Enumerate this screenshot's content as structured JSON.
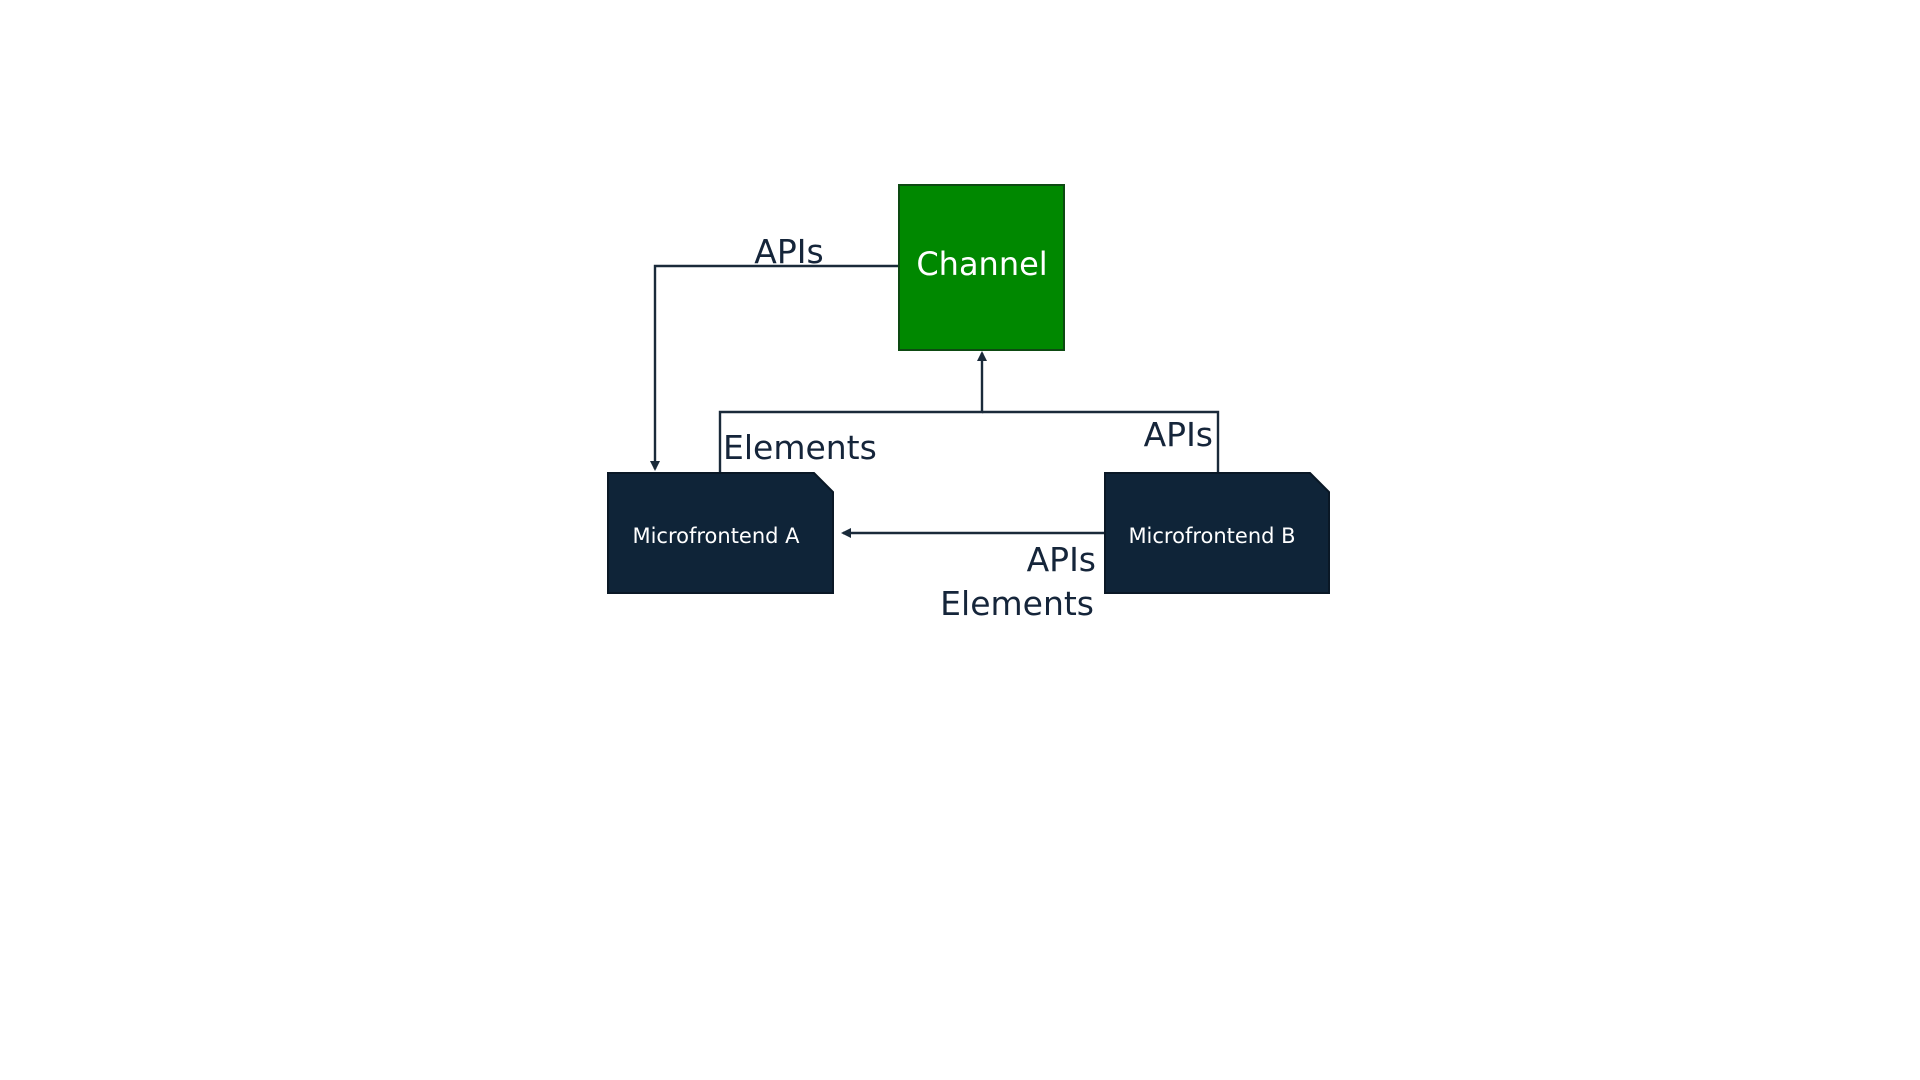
{
  "colors": {
    "channel_fill": "#008800",
    "channel_stroke": "#0d4a12",
    "microfrontend_fill": "#0f2438",
    "microfrontend_stroke": "#0a1826",
    "edge": "#1a2a3a",
    "label_text": "#15253a",
    "node_text": "#ffffff"
  },
  "nodes": {
    "channel": {
      "label": "Channel"
    },
    "microfrontend_a": {
      "label": "Microfrontend A"
    },
    "microfrontend_b": {
      "label": "Microfrontend B"
    }
  },
  "edges": {
    "channel_to_a": {
      "label": "APIs"
    },
    "a_to_channel": {
      "label": "Elements"
    },
    "b_to_channel": {
      "label": "APIs"
    },
    "b_to_a": {
      "label_line1": "APIs",
      "label_line2": "Elements"
    }
  }
}
